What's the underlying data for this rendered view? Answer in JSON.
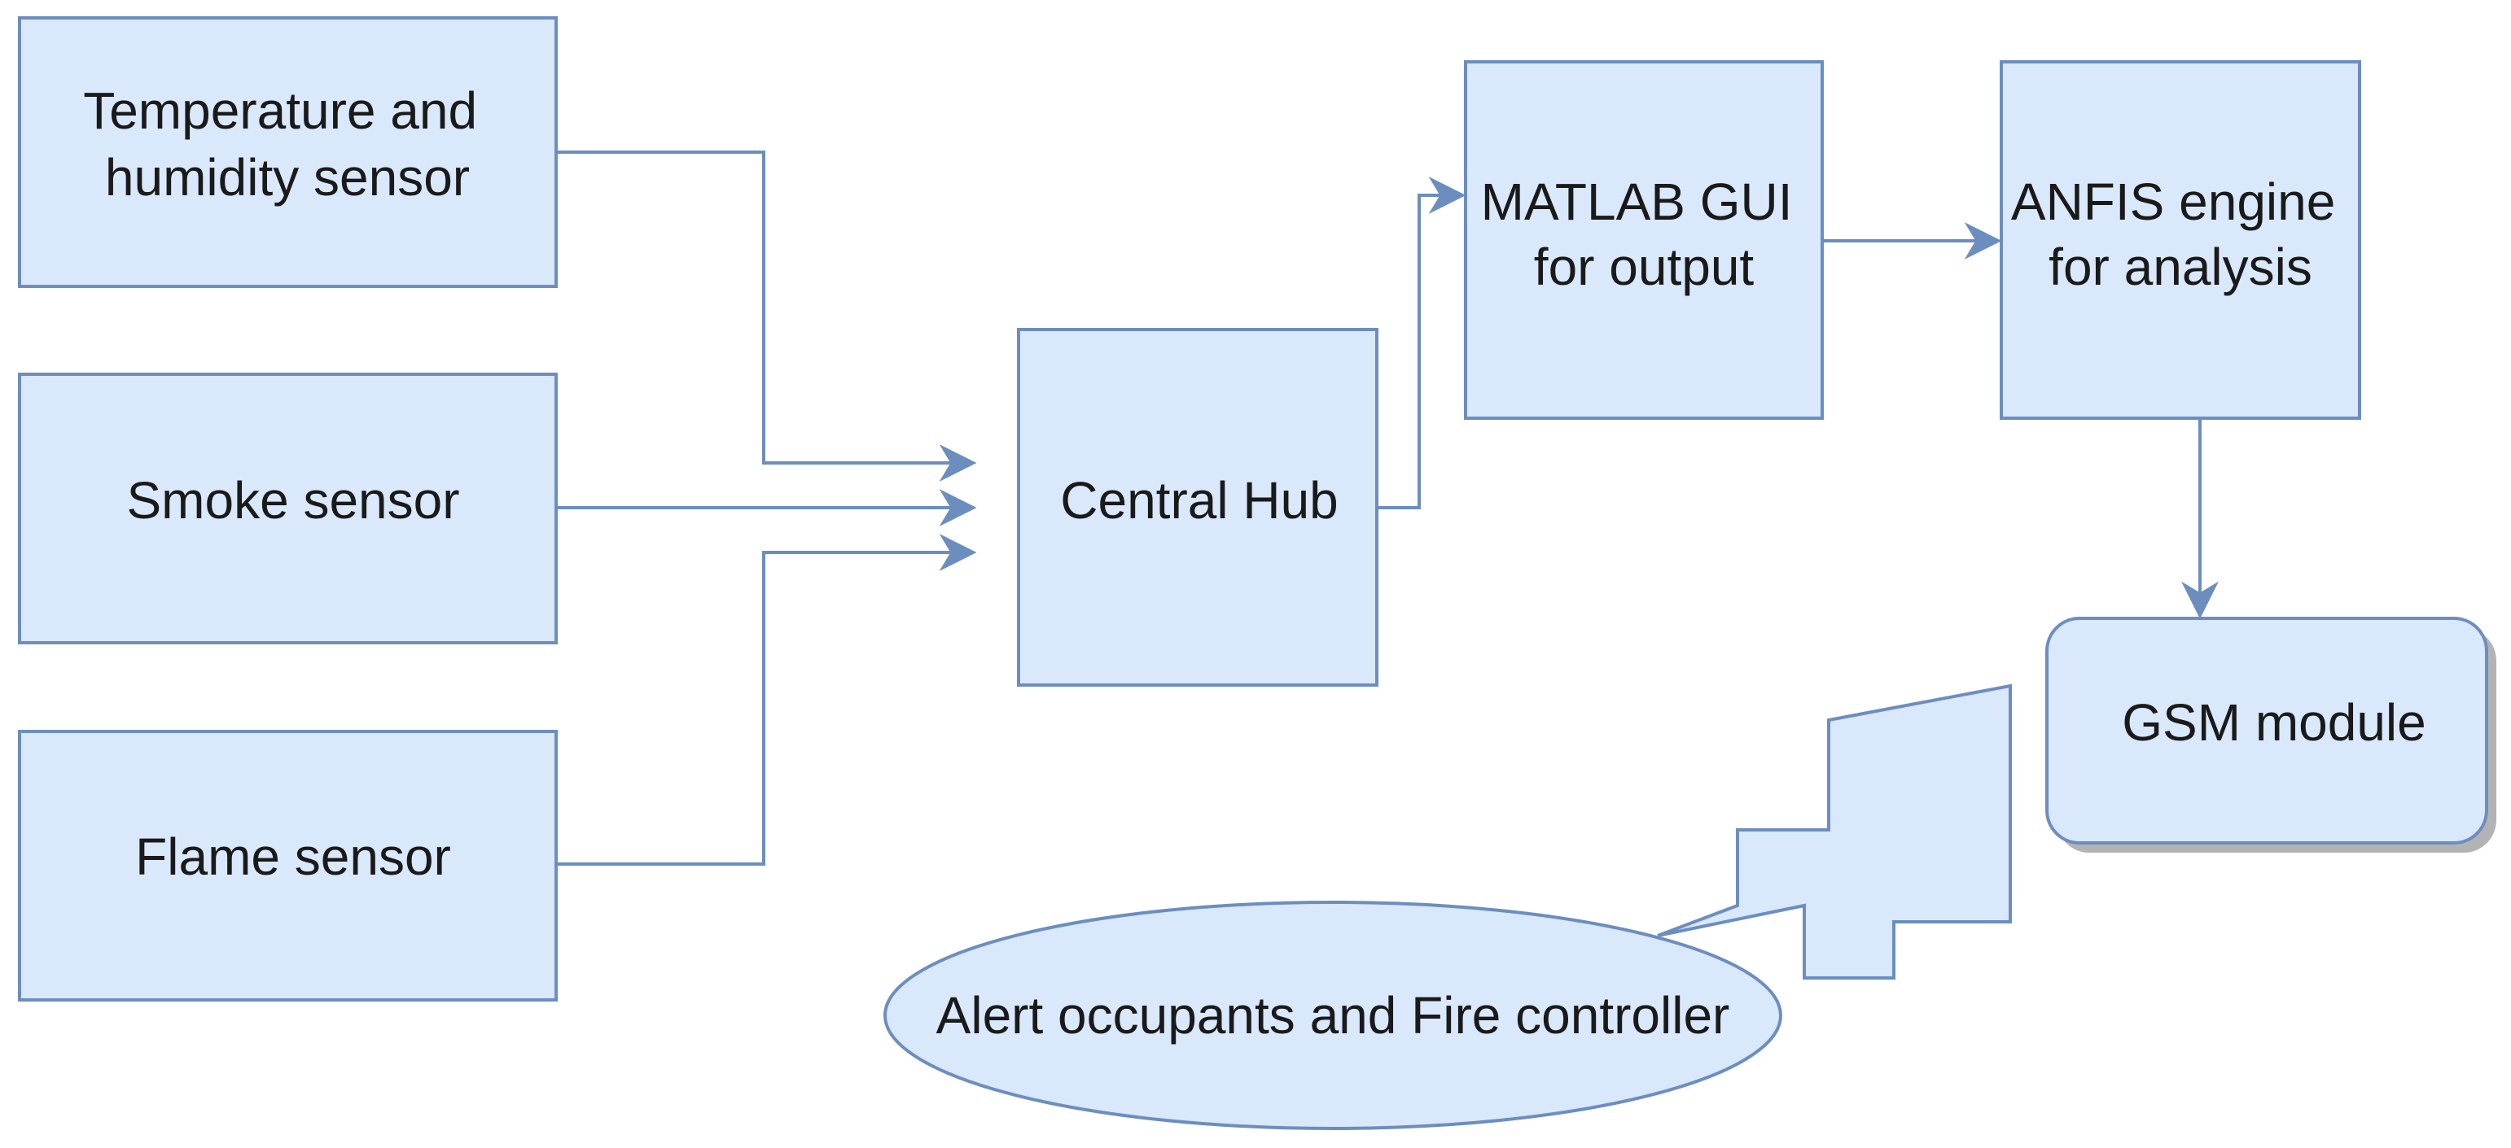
{
  "colors": {
    "node_fill": "#dae8fc",
    "node_stroke": "#6c8ebf",
    "connector": "#6c8ebf",
    "text": "#1a1a1a",
    "shadow": "#b3b3b3"
  },
  "nodes": {
    "temp_sensor": {
      "line1": "Temperature and",
      "line2": "humidity sensor"
    },
    "smoke_sensor": {
      "label": "Smoke sensor"
    },
    "flame_sensor": {
      "label": "Flame sensor"
    },
    "central_hub": {
      "label": "Central Hub"
    },
    "matlab_gui": {
      "line1": "MATLAB GUI",
      "line2": "for output"
    },
    "anfis_engine": {
      "line1": "ANFIS engine",
      "line2": "for analysis"
    },
    "gsm_module": {
      "label": "GSM module"
    },
    "alert": {
      "label": "Alert occupants and Fire controller"
    }
  }
}
